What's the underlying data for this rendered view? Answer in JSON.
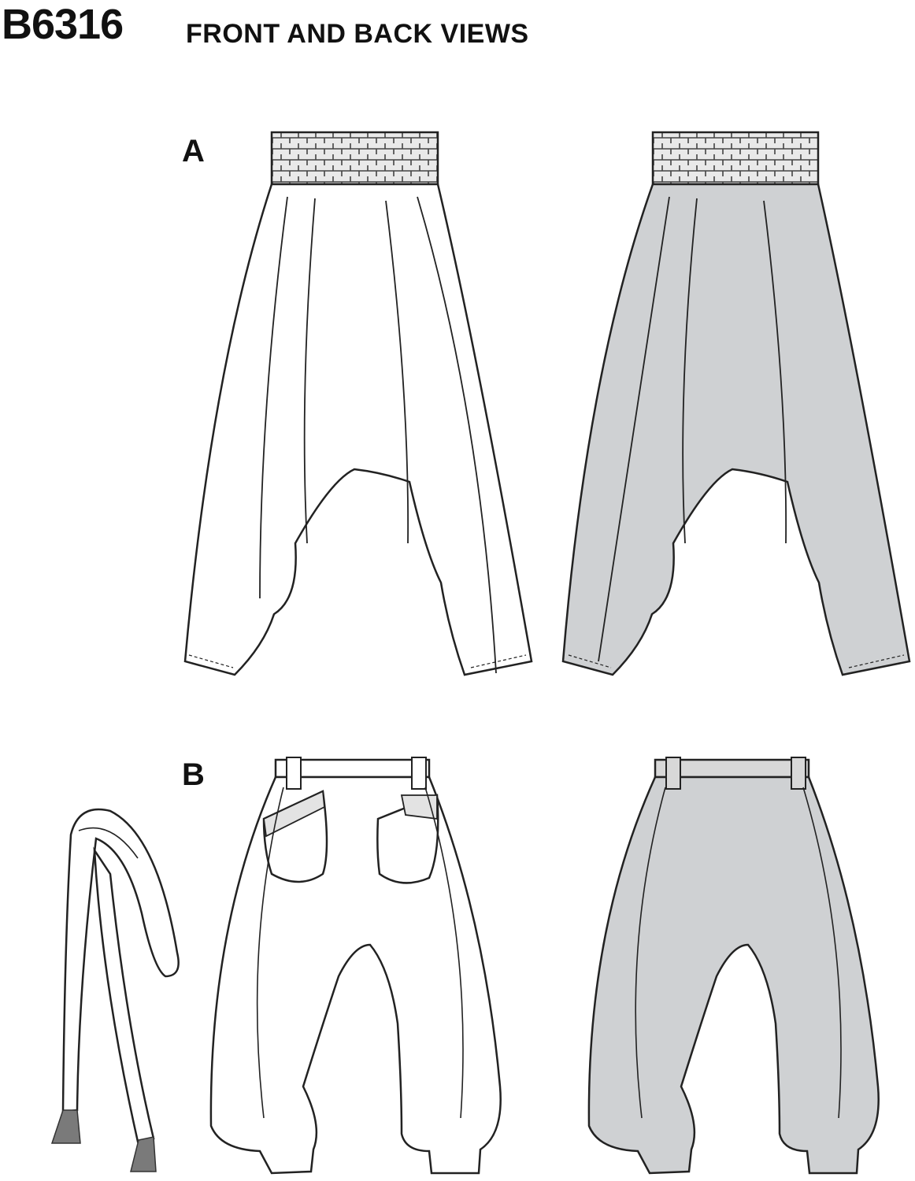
{
  "header": {
    "pattern_code": "B6316",
    "subtitle": "FRONT AND BACK VIEWS"
  },
  "views": [
    {
      "label": "A",
      "panels": [
        "front",
        "back"
      ]
    },
    {
      "label": "B",
      "panels": [
        "front",
        "back"
      ],
      "accessory": "tie-belt"
    }
  ],
  "colors": {
    "line": "#222222",
    "front_fill": "#ffffff",
    "back_fill": "#cfd1d3",
    "tassel": "#7a7a7a"
  }
}
